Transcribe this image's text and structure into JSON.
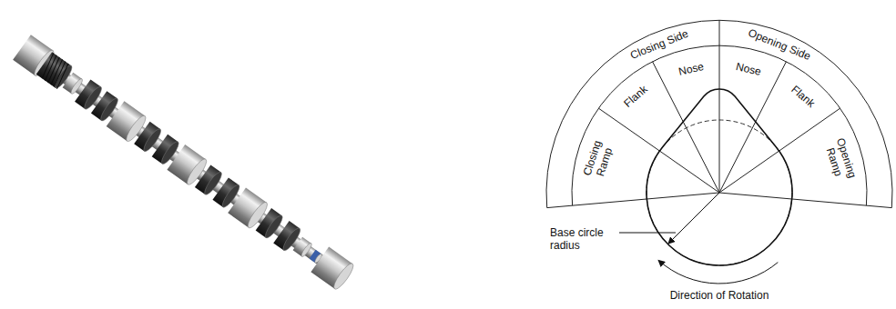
{
  "diagram": {
    "labels": [
      "Closing Side",
      "Opening Side",
      "Nose",
      "Nose",
      "Flank",
      "Flank",
      "Closing Ramp",
      "Opening Ramp",
      "Base circle radius",
      "Direction of Rotation"
    ]
  }
}
